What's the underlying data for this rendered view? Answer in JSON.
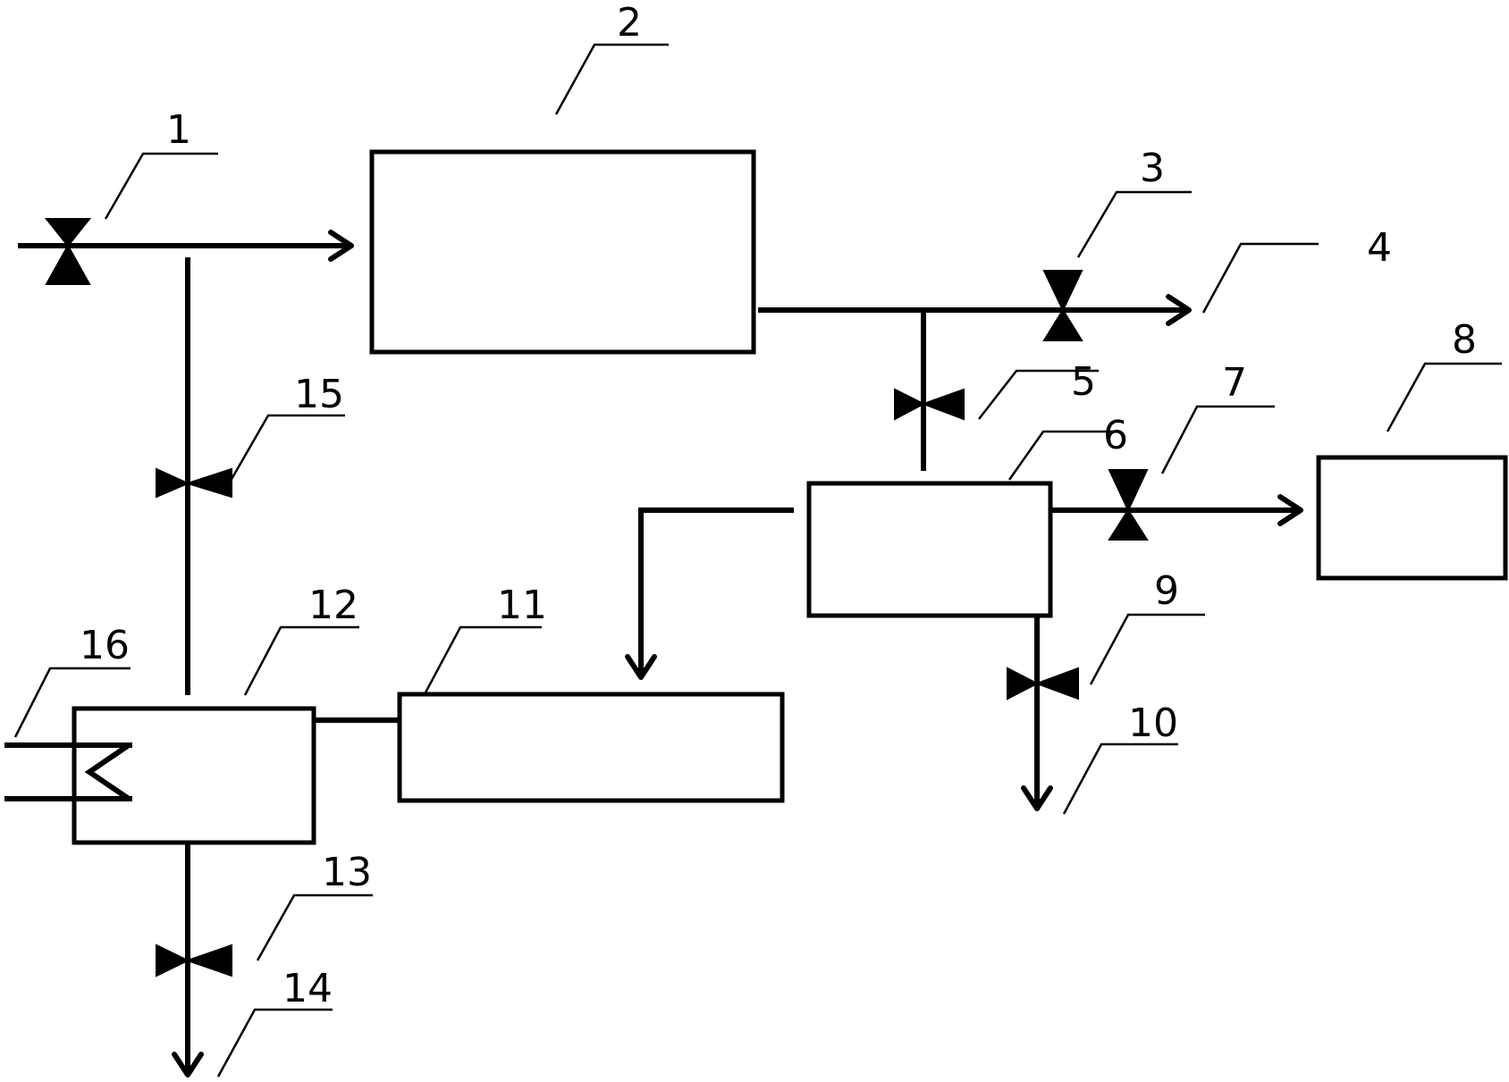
{
  "diagram": {
    "labels": {
      "l1": "1",
      "l2": "2",
      "l3": "3",
      "l4": "4",
      "l5": "5",
      "l6": "6",
      "l7": "7",
      "l8": "8",
      "l9": "9",
      "l10": "10",
      "l11": "11",
      "l12": "12",
      "l13": "13",
      "l14": "14",
      "l15": "15",
      "l16": "16"
    }
  }
}
